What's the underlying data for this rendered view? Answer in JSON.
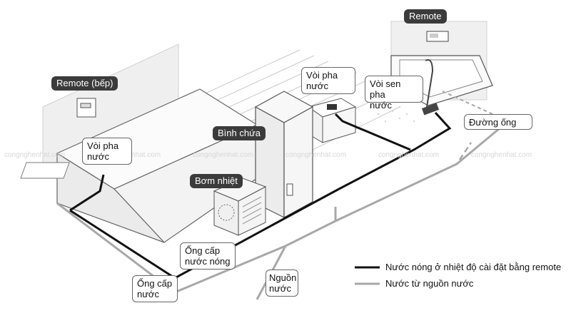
{
  "labels": {
    "remote_top": "Remote",
    "remote_kitchen": "Remote (bếp)",
    "faucet_kitchen_l1": "Vòi pha",
    "faucet_kitchen_l2": "nước",
    "faucet_bath_l1": "Vòi pha",
    "faucet_bath_l2": "nước",
    "shower_l1": "Vòi sen pha",
    "shower_l2": "nước",
    "tank": "Bình chứa",
    "heat_pump": "Bơm nhiệt",
    "pipe": "Đường ống",
    "hot_pipe_l1": "Ống cấp",
    "hot_pipe_l2": "nước nóng",
    "cold_pipe_l1": "Ống cấp",
    "cold_pipe_l2": "nước",
    "source_l1": "Nguồn",
    "source_l2": "nước"
  },
  "legend": {
    "hot": "Nước nóng ở nhiệt độ cài đặt bằng remote",
    "cold": "Nước từ nguồn nước"
  },
  "watermark": "congnghenhat.com",
  "colors": {
    "hot_line": "#111111",
    "cold_line": "#a8a8a8",
    "tag_bg": "#3b3b3b"
  }
}
